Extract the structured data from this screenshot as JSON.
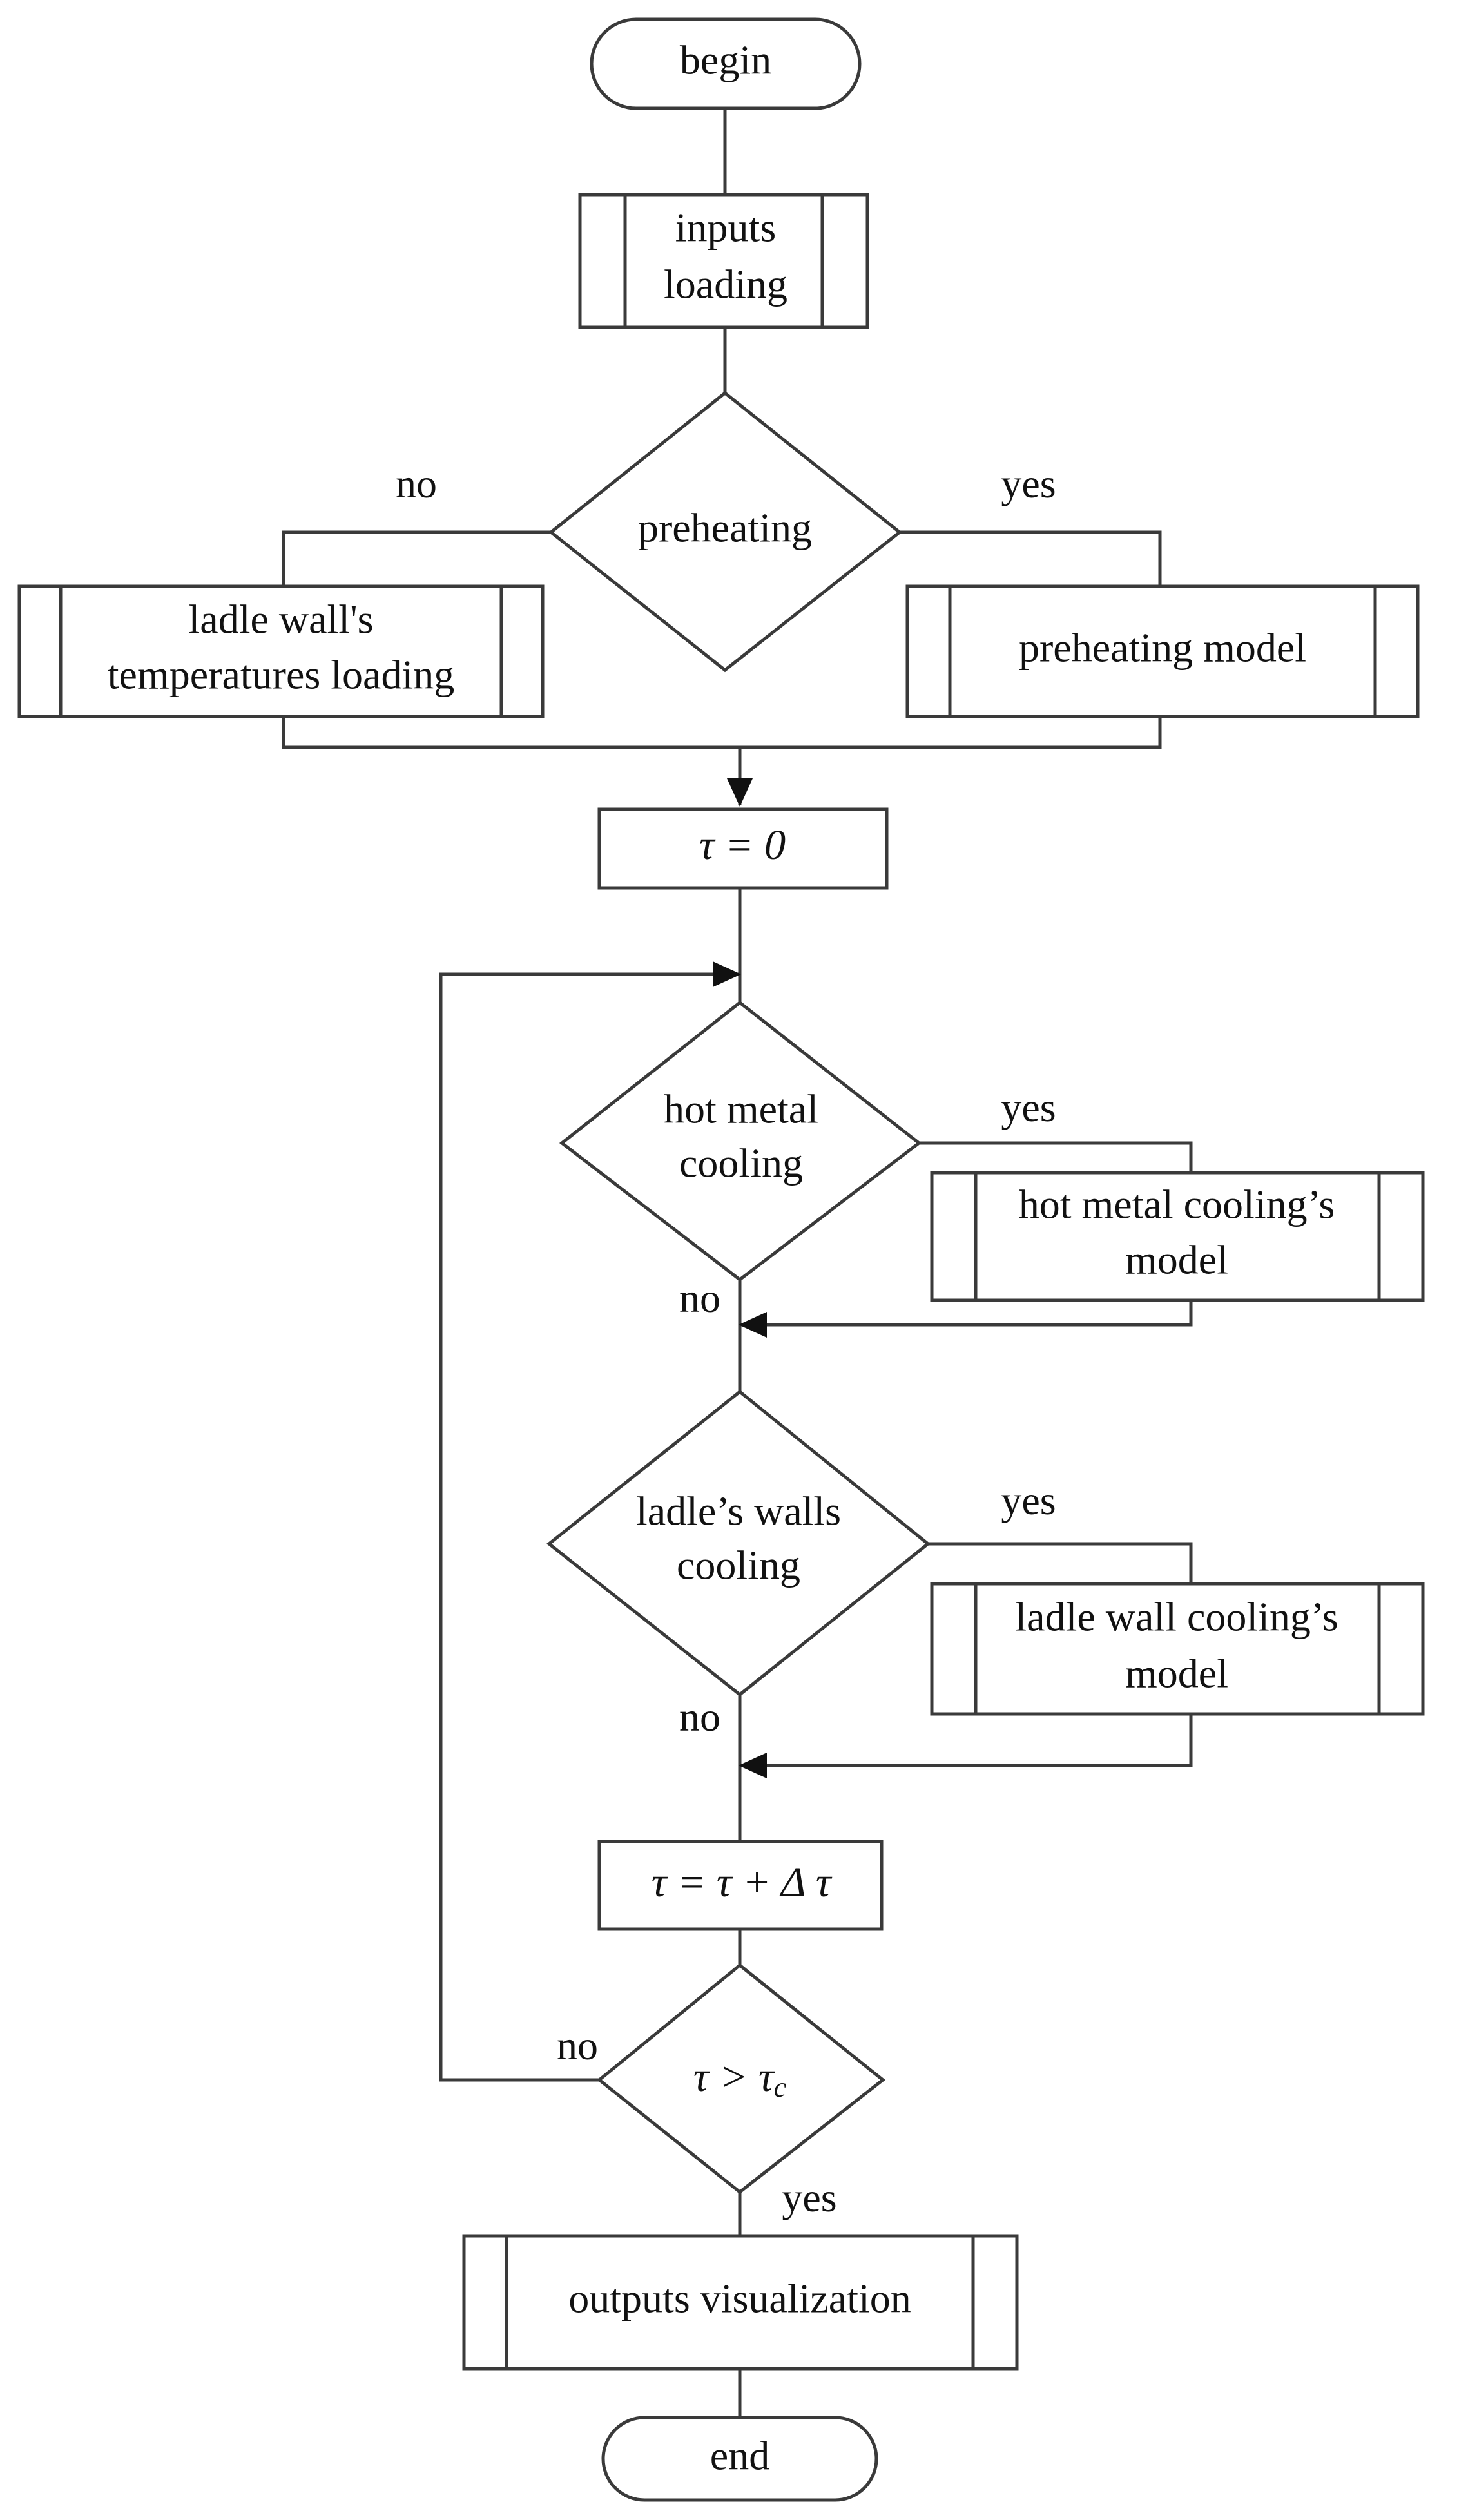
{
  "nodes": {
    "begin": "begin",
    "inputs": [
      "inputs",
      "loading"
    ],
    "preheating": "preheating",
    "ladle_temps": [
      "ladle wall's",
      "temperatures loading"
    ],
    "preheating_model": "preheating model",
    "tau_init": "τ = 0",
    "hot_metal_cooling": [
      "hot metal",
      "cooling"
    ],
    "hot_metal_model": [
      "hot metal cooling’s",
      "model"
    ],
    "walls_cooling": [
      "ladle’s walls",
      "cooling"
    ],
    "wall_model": [
      "ladle wall cooling’s",
      "model"
    ],
    "tau_step": "τ = τ + Δ τ",
    "tau_check": {
      "main": "τ > τ",
      "sub": "c"
    },
    "outputs": "outputs visualization",
    "end": "end"
  },
  "edge_labels": {
    "preheating_no": "no",
    "preheating_yes": "yes",
    "hot_metal_yes": "yes",
    "hot_metal_no": "no",
    "walls_yes": "yes",
    "walls_no": "no",
    "tau_check_no": "no",
    "tau_check_yes": "yes"
  }
}
